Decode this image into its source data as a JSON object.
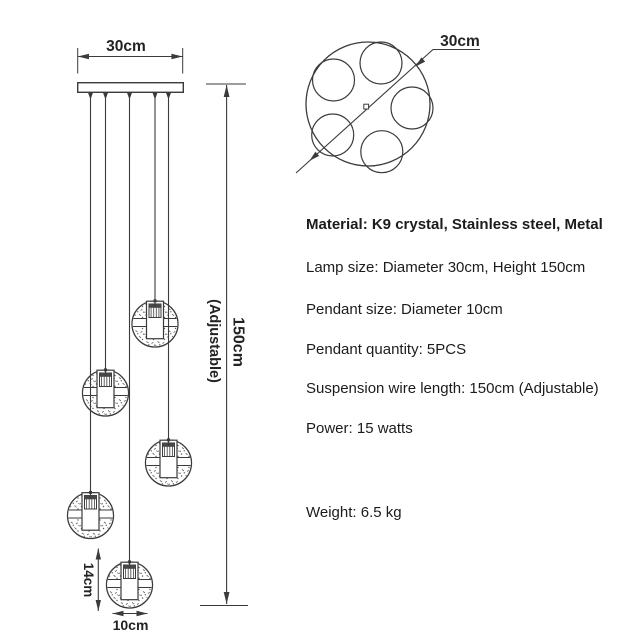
{
  "colors": {
    "line": "#3b3b3b",
    "text": "#1c1c1c"
  },
  "front_view": {
    "plate_width_label": "30cm",
    "height_label": "150cm",
    "height_note_label": "(Adjustable)",
    "bottom_gap_label": "14cm",
    "pendant_diameter_label": "10cm",
    "pendant_count": 5
  },
  "top_view": {
    "diameter_label": "30cm",
    "pendant_count": 5
  },
  "specs": [
    "Material: K9 crystal, Stainless steel, Metal",
    "Lamp size: Diameter 30cm, Height 150cm",
    "Pendant size: Diameter 10cm",
    "Pendant quantity: 5PCS",
    "Suspension wire length: 150cm (Adjustable)",
    "Power: 15 watts",
    "Weight: 6.5 kg"
  ]
}
